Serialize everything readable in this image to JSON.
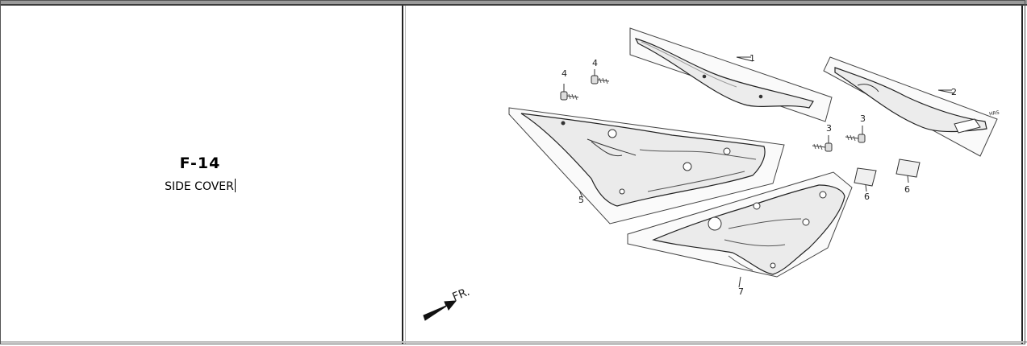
{
  "section": {
    "code": "F-14",
    "title": "SIDE COVER"
  },
  "diagram": {
    "callouts": {
      "c1": "1",
      "c2": "2",
      "c3a": "3",
      "c3b": "3",
      "c4a": "4",
      "c4b": "4",
      "c5": "5",
      "c6a": "6",
      "c6b": "6",
      "c7": "7"
    },
    "direction_label": "FR.",
    "part2_logo": "HRS"
  }
}
